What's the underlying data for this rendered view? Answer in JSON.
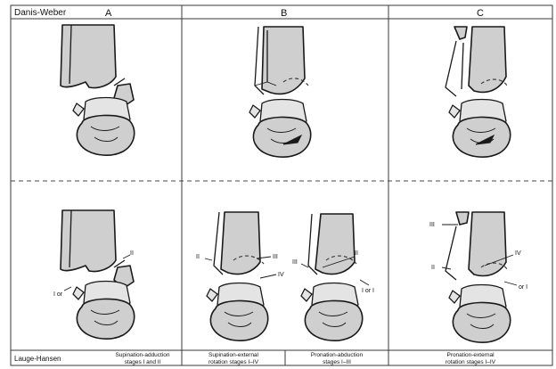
{
  "header": {
    "left_title": "Danis-Weber",
    "columns": [
      "A",
      "B",
      "C"
    ]
  },
  "footer": {
    "left_title": "Lauge-Hansen",
    "captions": [
      [
        "Supination-adduction",
        "stages I and II"
      ],
      [
        "Supination-external",
        "rotation stages I–IV"
      ],
      [
        "Pronation-abduction",
        "stages I–III"
      ],
      [
        "Pronation-external",
        "rotation stages I–IV"
      ]
    ]
  },
  "labels": {
    "a_bottom_II": "II",
    "a_bottom_I": "I or",
    "b1_bottom_II": "II",
    "b1_bottom_III": "III",
    "b1_bottom_IV": "IV",
    "b2_bottom_III": "III",
    "b2_bottom_II": "II",
    "b2_bottom_Ior": "I or I",
    "c_bottom_III": "III",
    "c_bottom_IV": "IV",
    "c_bottom_II": "II",
    "c_bottom_Ior": "or I"
  }
}
